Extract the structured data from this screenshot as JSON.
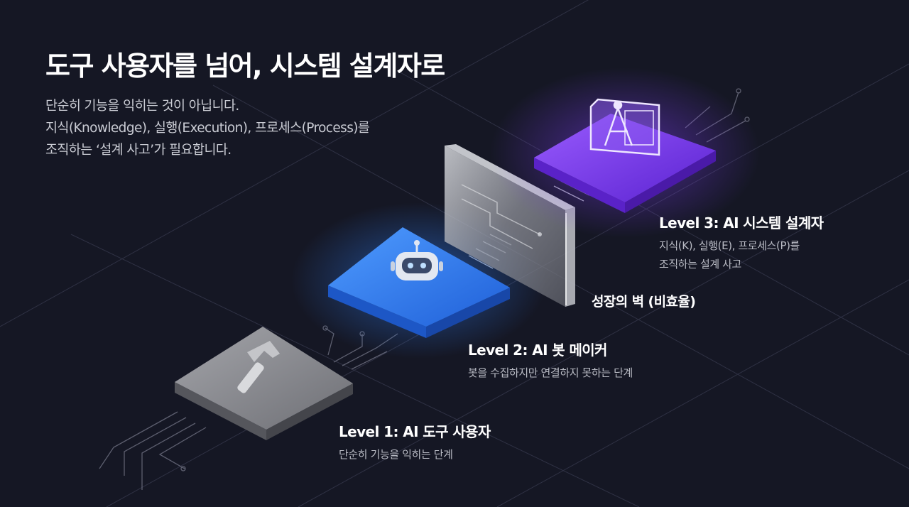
{
  "title": "도구 사용자를 넘어, 시스템 설계자로",
  "subtitle_lines": [
    "단순히 기능을 익히는 것이 아닙니다.",
    "지식(Knowledge), 실행(Execution), 프로세스(Process)를",
    "조직하는 ‘설계 사고’가 필요합니다."
  ],
  "levels": [
    {
      "heading": "Level 1: AI 도구 사용자",
      "desc_lines": [
        "단순히 기능을 익히는 단계"
      ],
      "icon": "hammer-icon",
      "color": "#8a8b90"
    },
    {
      "heading": "Level 2: AI 봇 메이커",
      "desc_lines": [
        "봇을 수집하지만 연결하지 못하는 단계"
      ],
      "icon": "robot-icon",
      "color": "#2f7cf0"
    },
    {
      "heading": "Level 3: AI 시스템 설계자",
      "desc_lines": [
        "지식(K), 실행(E), 프로세스(P)를",
        "조직하는 설계 사고"
      ],
      "icon": "compass-blueprint-icon",
      "color": "#7b3cf0"
    }
  ],
  "wall_label": "성장의 벽 (비효율)"
}
